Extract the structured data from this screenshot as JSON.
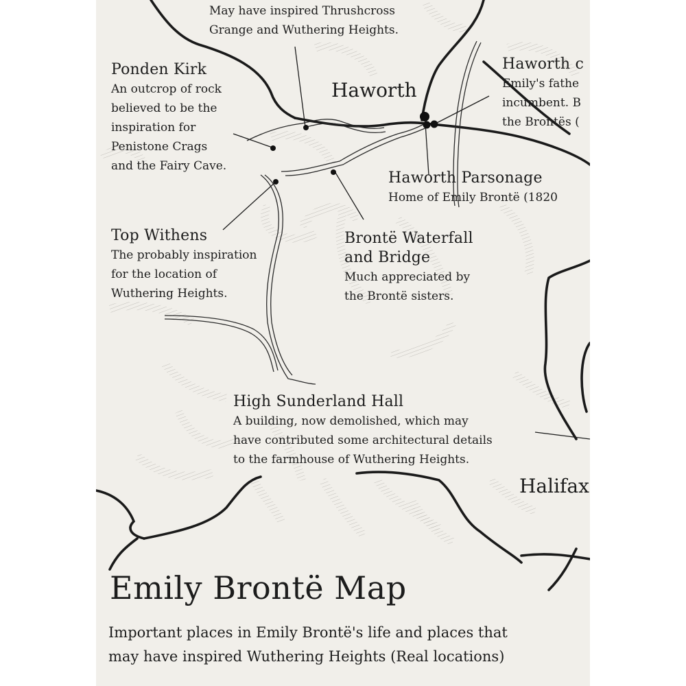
{
  "map": {
    "title": "Emily Brontë Map",
    "subtitle_lines": [
      "Important places in Emily Brontë's life and places that",
      "may have inspired Wuthering Heights (Real locations)"
    ]
  },
  "places": {
    "thrushcross": {
      "desc_lines": [
        "May have inspired Thrushcross",
        "Grange and Wuthering Heights."
      ]
    },
    "ponden_kirk": {
      "name": "Ponden Kirk",
      "desc_lines": [
        "An outcrop of rock",
        "believed to be the",
        "inspiration for",
        "Penistone Crags",
        "and the Fairy Cave."
      ]
    },
    "top_withens": {
      "name": "Top Withens",
      "desc_lines": [
        "The probably inspiration",
        "for the location of",
        "Wuthering Heights."
      ]
    },
    "haworth_parsonage": {
      "name": "Haworth Parsonage",
      "desc_lines": [
        "Home of Emily Brontë (1820"
      ]
    },
    "haworth_church": {
      "name": "Haworth c",
      "desc_lines": [
        "Emily's fathe",
        "incumbent. B",
        "the Brontës ("
      ]
    },
    "bronte_waterfall": {
      "name_lines": [
        "Brontë Waterfall",
        "and Bridge"
      ],
      "desc_lines": [
        "Much appreciated by",
        "the Brontë sisters."
      ]
    },
    "high_sunderland": {
      "name": "High Sunderland Hall",
      "desc_lines": [
        "A building, now demolished, which may",
        "have contributed some architectural details",
        "to the farmhouse of Wuthering Heights."
      ]
    }
  },
  "towns": {
    "haworth": "Haworth",
    "halifax": "Halifax"
  }
}
